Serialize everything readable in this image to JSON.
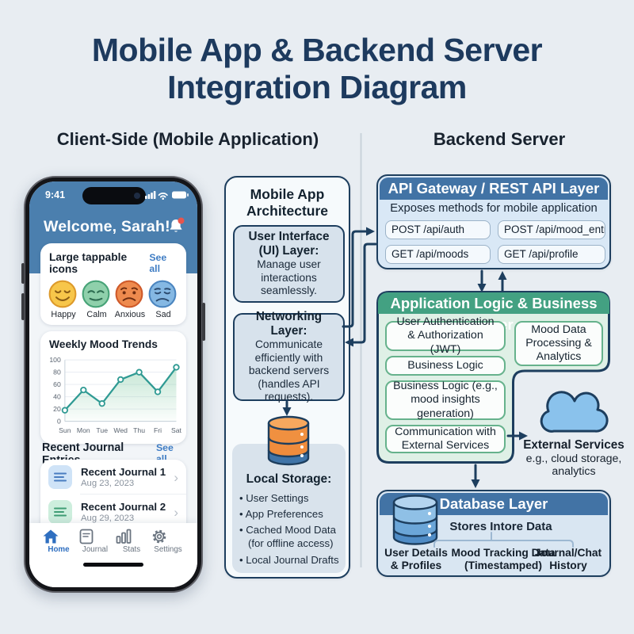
{
  "title": {
    "line1": "Mobile App & Backend Server",
    "line2": "Integration Diagram"
  },
  "sections": {
    "client": "Client-Side (Mobile Application)",
    "backend": "Backend Server"
  },
  "phone": {
    "status_time": "9:41",
    "greeting": "Welcome, Sarah!",
    "mood_card": {
      "title": "Large tappable icons",
      "see_all": "See all",
      "moods": [
        {
          "label": "Happy"
        },
        {
          "label": "Calm"
        },
        {
          "label": "Anxious"
        },
        {
          "label": "Sad"
        }
      ]
    },
    "journal": {
      "heading": "Recent Journal Entries",
      "see_all": "See all",
      "entries": [
        {
          "title": "Recent Journal 1",
          "date": "Aug 23, 2023"
        },
        {
          "title": "Recent Journal 2",
          "date": "Aug 29, 2023"
        }
      ]
    },
    "nav": [
      {
        "label": "Home",
        "active": true
      },
      {
        "label": "Journal",
        "active": false
      },
      {
        "label": "Stats",
        "active": false
      },
      {
        "label": "Settings",
        "active": false
      }
    ]
  },
  "chart_data": {
    "type": "line",
    "title": "Weekly Mood Trends",
    "categories": [
      "Sun",
      "Mon",
      "Tue",
      "Wed",
      "Thu",
      "Fri",
      "Sat"
    ],
    "values": [
      18,
      51,
      29,
      68,
      80,
      48,
      88
    ],
    "xlabel": "",
    "ylabel": "",
    "ylim": [
      0,
      100
    ],
    "yticks": [
      0,
      20,
      40,
      60,
      80,
      100
    ],
    "grid": true,
    "legend": "none"
  },
  "architecture": {
    "title": "Mobile App Architecture",
    "ui_layer": {
      "heading": "User Interface (UI) Layer:",
      "body": "Manage user interactions seamlessly."
    },
    "networking_layer": {
      "heading": "Networking Layer:",
      "body": "Communicate efficiently with backend servers (handles API requests)."
    },
    "local_storage": {
      "title": "Local Storage:",
      "items": [
        "User Settings",
        "App Preferences",
        "Cached Mood Data (for offline access)",
        "Local Journal Drafts"
      ]
    }
  },
  "api_gateway": {
    "title": "API Gateway / REST API Layer",
    "subtitle": "Exposes methods for mobile application",
    "endpoints": [
      "POST /api/auth",
      "POST /api/mood_entry",
      "GET /api/moods",
      "GET /api/profile"
    ]
  },
  "app_logic": {
    "title": "Application Logic & Business Layer",
    "boxes": [
      "User Authentication & Authorization (JWT)",
      "Business Logic",
      "Business Logic (e.g., mood insights generation)",
      "Communication with External Services"
    ],
    "right_box": "Mood Data Processing & Analytics"
  },
  "external_services": {
    "title": "External Services",
    "subtitle": "e.g., cloud storage, analytics"
  },
  "database": {
    "title": "Database Layer",
    "subtitle": "Stores Intore Data",
    "stores": [
      "User Details & Profiles",
      "Mood Tracking Data (Timestamped)",
      "Journal/Chat History"
    ]
  },
  "colors": {
    "bg": "#e8edf2",
    "navy": "#1d3e5e",
    "navy_title": "#1d3a5e",
    "steel_header": "#4273a5",
    "green": "#43a182",
    "green_border": "#66b28c",
    "phone_blue": "#4b7fae",
    "link_blue": "#3f7dc4",
    "nav_blue": "#2f6fc0",
    "chart_teal": "#2f9a93",
    "cloud_blue": "#8ac2ec",
    "mood_happy": "#f7c64a",
    "mood_calm": "#8fd0ab",
    "mood_anxious": "#ee8a4e",
    "mood_sad": "#85b8e3"
  }
}
